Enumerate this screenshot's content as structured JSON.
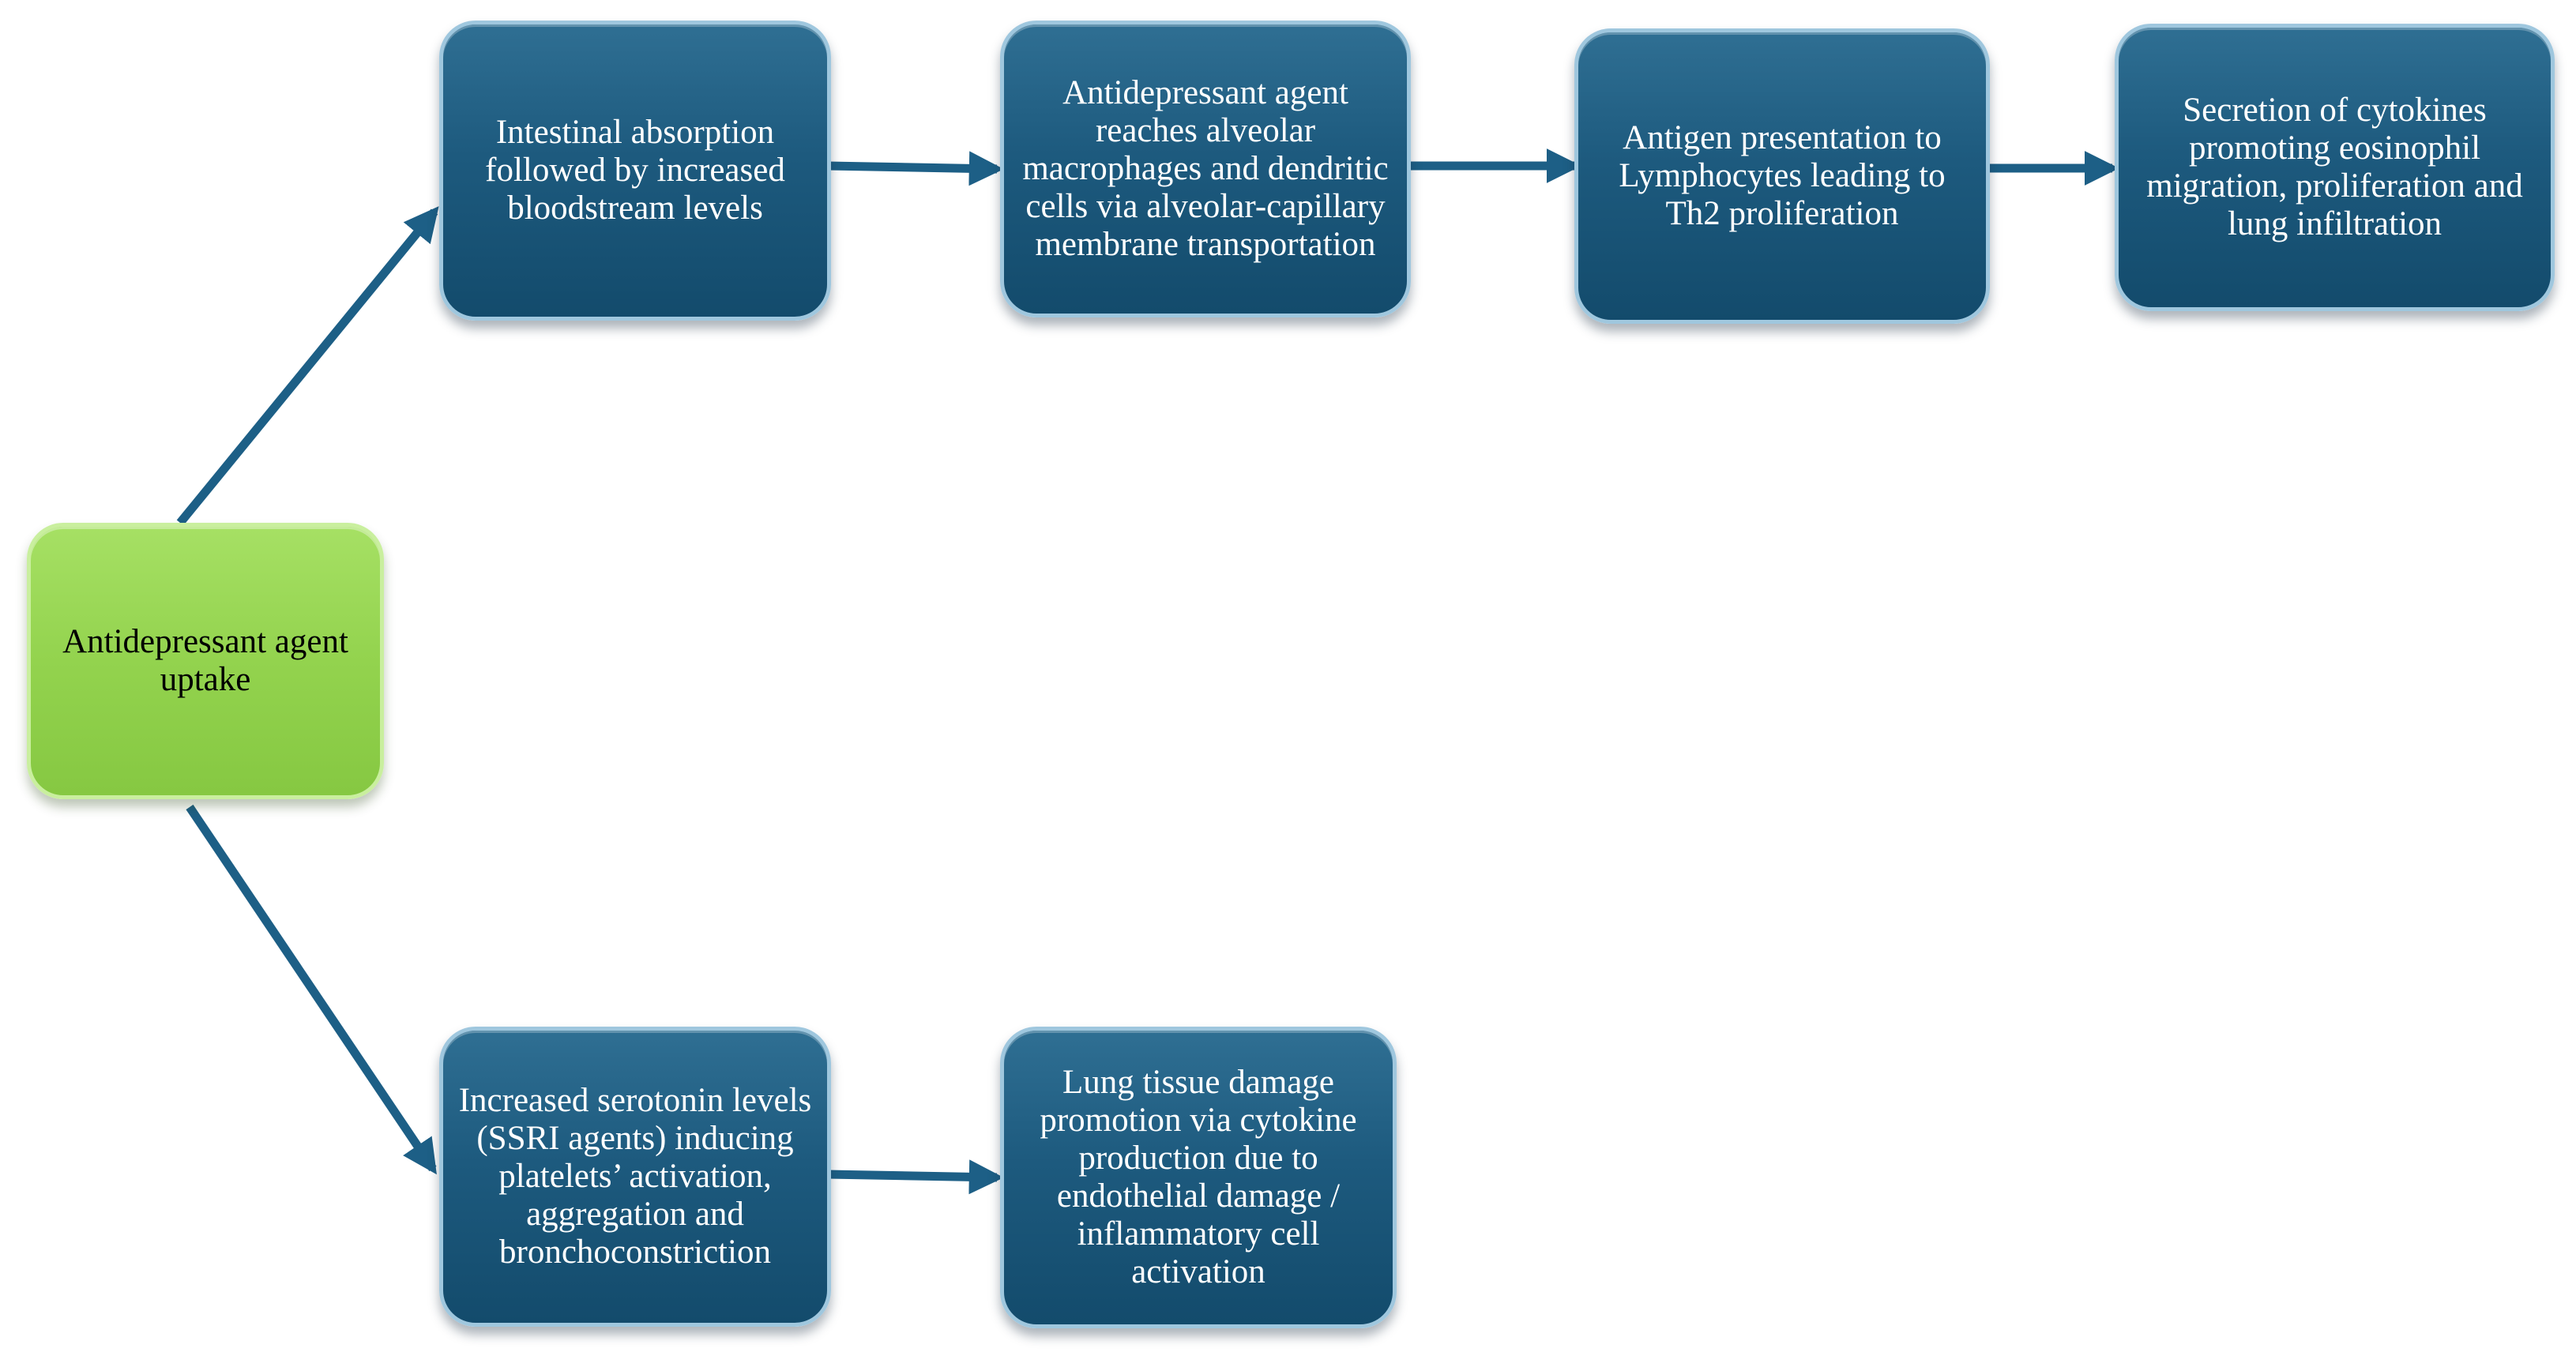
{
  "diagram": {
    "colors": {
      "box_fill": "#1d5a7e",
      "box_border": "#9fc7de",
      "start_fill": "#93d34e",
      "arrow": "#1d5f86",
      "text_light": "#ffffff",
      "text_dark": "#000000"
    },
    "nodes": {
      "start": {
        "text": "Antidepressant agent uptake"
      },
      "intestinal_absorption": {
        "text": "Intestinal absorption followed by increased bloodstream levels"
      },
      "alveolar_transport": {
        "text": "Antidepressant agent reaches alveolar macrophages and dendritic cells via alveolar-capillary membrane transportation"
      },
      "antigen_presentation": {
        "text": "Antigen presentation to Lymphocytes leading to Th2 proliferation"
      },
      "cytokine_secretion": {
        "text": "Secretion of cytokines promoting eosinophil migration, proliferation and lung infiltration"
      },
      "serotonin_levels": {
        "text": "Increased serotonin levels (SSRI agents) inducing platelets’ activation, aggregation and bronchoconstriction"
      },
      "lung_tissue_damage": {
        "text": "Lung tissue damage promotion via cytokine production due to endothelial damage / inflammatory cell activation"
      }
    },
    "edges": [
      {
        "from": "start",
        "to": "intestinal_absorption"
      },
      {
        "from": "intestinal_absorption",
        "to": "alveolar_transport"
      },
      {
        "from": "alveolar_transport",
        "to": "antigen_presentation"
      },
      {
        "from": "antigen_presentation",
        "to": "cytokine_secretion"
      },
      {
        "from": "start",
        "to": "serotonin_levels"
      },
      {
        "from": "serotonin_levels",
        "to": "lung_tissue_damage"
      }
    ]
  }
}
